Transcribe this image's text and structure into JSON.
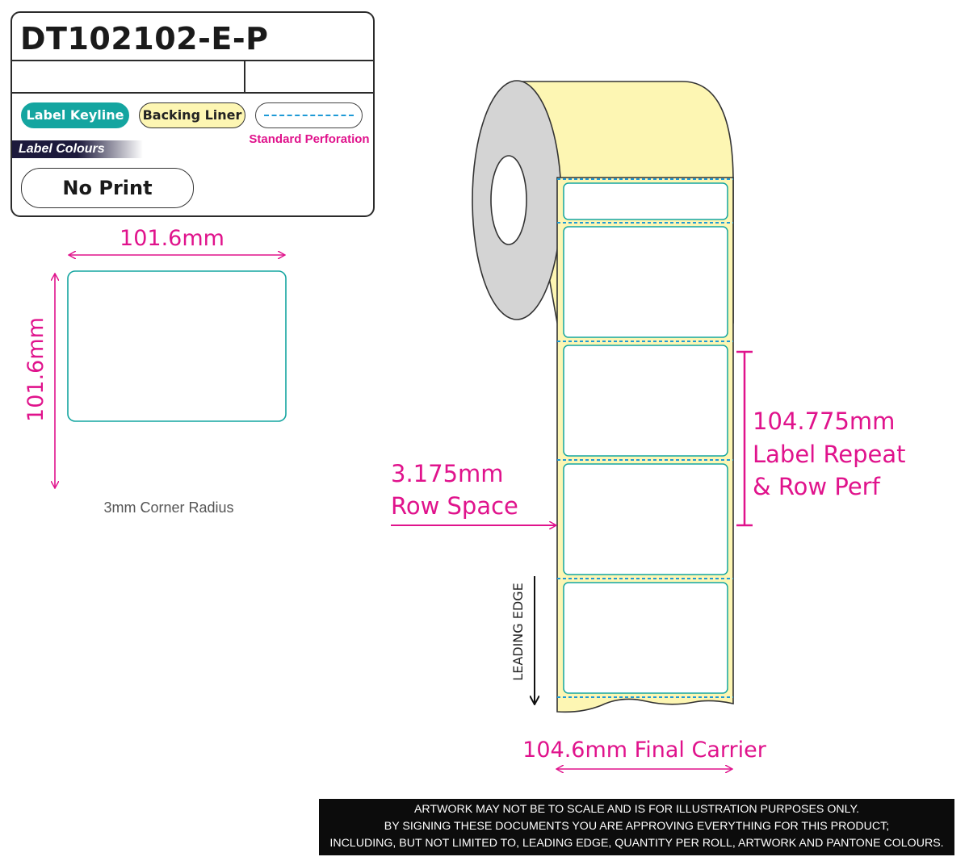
{
  "product_code": "DT102102-E-P",
  "legend": {
    "label_keyline": "Label Keyline",
    "backing_liner": "Backing Liner",
    "standard_perforation": "Standard Perforation",
    "label_colours": "Label Colours",
    "print": "No Print"
  },
  "label": {
    "width": "101.6mm",
    "height": "101.6mm",
    "corner_radius": "3mm Corner Radius"
  },
  "roll": {
    "label_repeat_value": "104.775mm",
    "label_repeat_line1": "Label Repeat",
    "label_repeat_line2": "& Row Perf",
    "row_space_value": "3.175mm",
    "row_space_label": "Row Space",
    "leading_edge": "LEADING EDGE",
    "final_carrier": "104.6mm Final Carrier"
  },
  "notice": [
    "ARTWORK MAY NOT BE TO SCALE AND IS FOR ILLUSTRATION PURPOSES ONLY.",
    "BY SIGNING THESE DOCUMENTS YOU ARE APPROVING EVERYTHING FOR THIS PRODUCT;",
    "INCLUDING, BUT NOT LIMITED TO, LEADING EDGE, QUANTITY PER ROLL, ARTWORK AND PANTONE COLOURS."
  ],
  "colors": {
    "keyline": "#14a5a0",
    "backing": "#fdf6b3",
    "perforation": "#1e9ad6",
    "dimension": "#e0138c",
    "core": "#d4d4d4"
  }
}
